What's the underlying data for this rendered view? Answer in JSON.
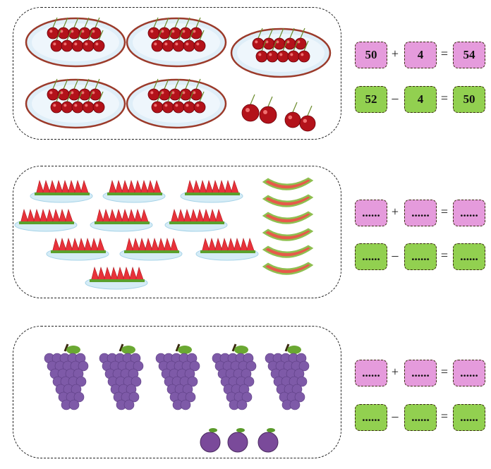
{
  "exercises": [
    {
      "fruit": "cherries",
      "groups": 5,
      "extra": 4,
      "addition": {
        "a": "50",
        "op": "+",
        "b": "4",
        "eq": "=",
        "result": "54"
      },
      "subtraction": {
        "a": "52",
        "op": "–",
        "b": "4",
        "eq": "=",
        "result": "50"
      }
    },
    {
      "fruit": "watermelon",
      "groups": 10,
      "extra": 6,
      "addition": {
        "a": "......",
        "op": "+",
        "b": "......",
        "eq": "=",
        "result": "......"
      },
      "subtraction": {
        "a": "......",
        "op": "–",
        "b": "......",
        "eq": "=",
        "result": "......"
      }
    },
    {
      "fruit": "grapes",
      "groups": 5,
      "extra": 3,
      "addition": {
        "a": "......",
        "op": "+",
        "b": "......",
        "eq": "=",
        "result": "......"
      },
      "subtraction": {
        "a": "......",
        "op": "–",
        "b": "......",
        "eq": "=",
        "result": "......"
      }
    }
  ],
  "colors": {
    "addition_box": "#e59bdc",
    "subtraction_box": "#92d050"
  }
}
